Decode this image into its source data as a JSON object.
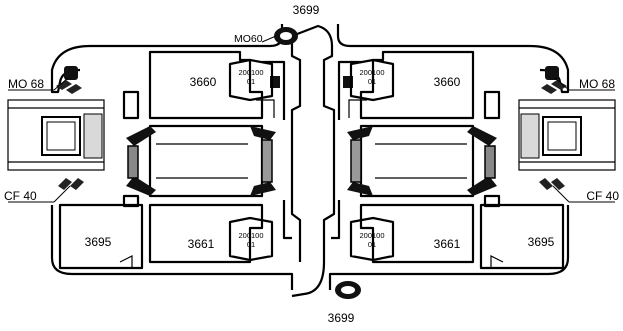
{
  "labels": {
    "top_gasket": "3699",
    "bottom_gasket": "3699",
    "mo60": "MO60",
    "mo68_left": "MO 68",
    "mo68_right": "MO 68",
    "cf40_left": "CF 40",
    "cf40_right": "CF 40",
    "sash_top_left": "3660",
    "sash_top_right": "3660",
    "sash_bottom_left": "3661",
    "sash_bottom_right": "3661",
    "frame_left": "3695",
    "frame_right": "3695"
  },
  "insert_codes": {
    "top_left": [
      "200100",
      "01"
    ],
    "top_right": [
      "200100",
      "01"
    ],
    "bottom_left": [
      "200100",
      "01"
    ],
    "bottom_right": [
      "200100",
      "01"
    ]
  }
}
